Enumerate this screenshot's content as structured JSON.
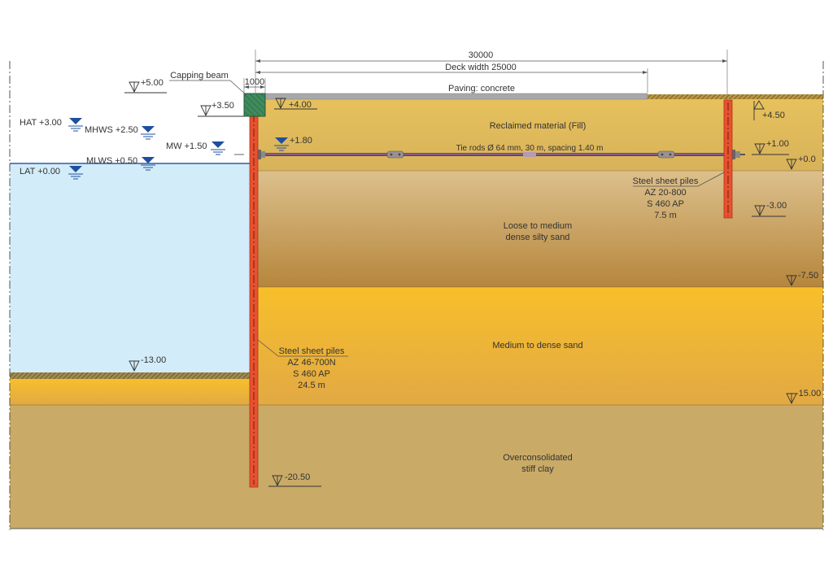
{
  "dimensions": {
    "overall_width": "30000",
    "deck_width": "Deck width 25000",
    "capping_beam_width": "1000"
  },
  "annotations": {
    "paving": "Paving: concrete",
    "capping_beam": "Capping beam",
    "tie_rods": "Tie rods Ø 64 mm, 30 m, spacing 1.40 m"
  },
  "elevations": {
    "plus_5_00": "+5.00",
    "plus_3_50": "+3.50",
    "plus_4_00": "+4.00",
    "plus_4_50": "+4.50",
    "plus_1_00": "+1.00",
    "plus_0_0": "+0.0",
    "minus_3_00": "-3.00",
    "minus_7_50": "-7.50",
    "minus_13_00": "-13.00",
    "minus_15_00": "-15.00",
    "minus_20_50": "-20.50"
  },
  "water_levels": {
    "hat": "HAT +3.00",
    "mhws": "MHWS +2.50",
    "mw": "MW +1.50",
    "mlws": "MLWS +0.50",
    "lat": "LAT +0.00",
    "groundwater": "+1.80"
  },
  "soil_layers": {
    "fill": [
      "Reclaimed material (Fill)"
    ],
    "silty_sand": [
      "Loose to medium",
      "dense silty sand"
    ],
    "sand": [
      "Medium to dense sand"
    ],
    "clay": [
      "Overconsolidated",
      "stiff clay"
    ]
  },
  "front_sheet_pile": [
    "Steel sheet piles",
    "AZ 46-700N",
    "S 460 AP",
    "24.5 m"
  ],
  "anchor_sheet_pile": [
    "Steel sheet piles",
    "AZ 20-800",
    "S 460 AP",
    "7.5 m"
  ],
  "colors": {
    "water": "#d3ecf9",
    "water_line": "#2f5ca8",
    "water_symbol": "#1f4f9e",
    "fill_top": "#e6c15c",
    "fill_bottom": "#d8b25a",
    "silty_sand_top": "#dcc08c",
    "silty_sand_bottom": "#b6863c",
    "sand_top": "#f8bf2b",
    "sand_bottom": "#e1a944",
    "clay": "#c9aa67",
    "seabed": "#9f8a4f",
    "ground_surface": "#b99542",
    "paving": "#a8a8a8",
    "sheet_pile": "#e8512f",
    "capping_beam": "#3f8b5c",
    "tie_rod": "#6c3f71",
    "coupler": "#9a9095"
  }
}
